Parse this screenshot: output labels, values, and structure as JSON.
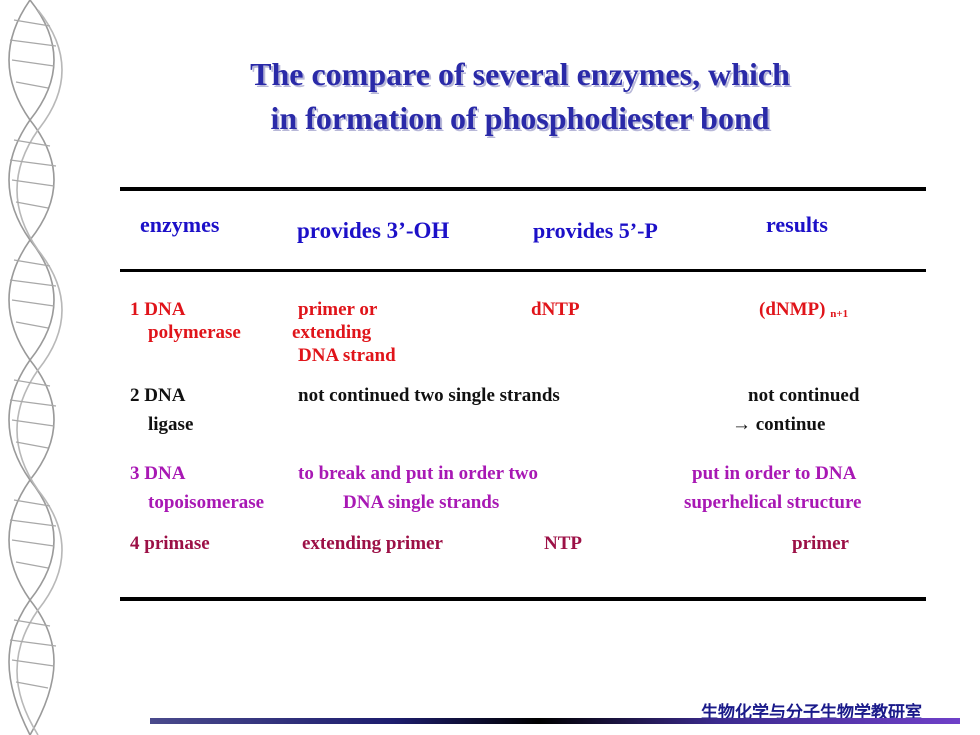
{
  "title": {
    "line1": "The compare  of several enzymes, which",
    "line2": "in formation  of phosphodiester  bond"
  },
  "headers": {
    "enzymes": "enzymes",
    "provides_oh": "provides 3’-OH",
    "provides_p": "provides 5’-P",
    "results": "results"
  },
  "rows": [
    {
      "enzyme_line1": "1 DNA",
      "enzyme_line2": "polymerase",
      "oh_line1": "primer or",
      "oh_line2": "extending",
      "oh_line3": "DNA strand",
      "p": "dNTP",
      "result": "(dNMP)",
      "result_sub": "n+1"
    },
    {
      "enzyme_line1": "2 DNA",
      "enzyme_line2": "ligase",
      "oh_line1": "not continued two single strands",
      "result_line1": "not  continued",
      "result_line2": "→  continue"
    },
    {
      "enzyme_line1": "3 DNA",
      "enzyme_line2": "topoisomerase",
      "oh_line1": "to break  and put in order  two",
      "oh_line2": "DNA single strands",
      "result_line1": "put in order to DNA",
      "result_line2": "superhelical  structure"
    },
    {
      "enzyme_line1": "4 primase",
      "oh_line1": "extending  primer",
      "p": "NTP",
      "result": "primer"
    }
  ],
  "footer": "生物化学与分子生物学教研室",
  "colors": {
    "title": "#2a2aa8",
    "header": "#1c10c8",
    "row1": "#e0141a",
    "row2": "#111111",
    "row3": "#a818b4",
    "row4": "#9c1046"
  }
}
